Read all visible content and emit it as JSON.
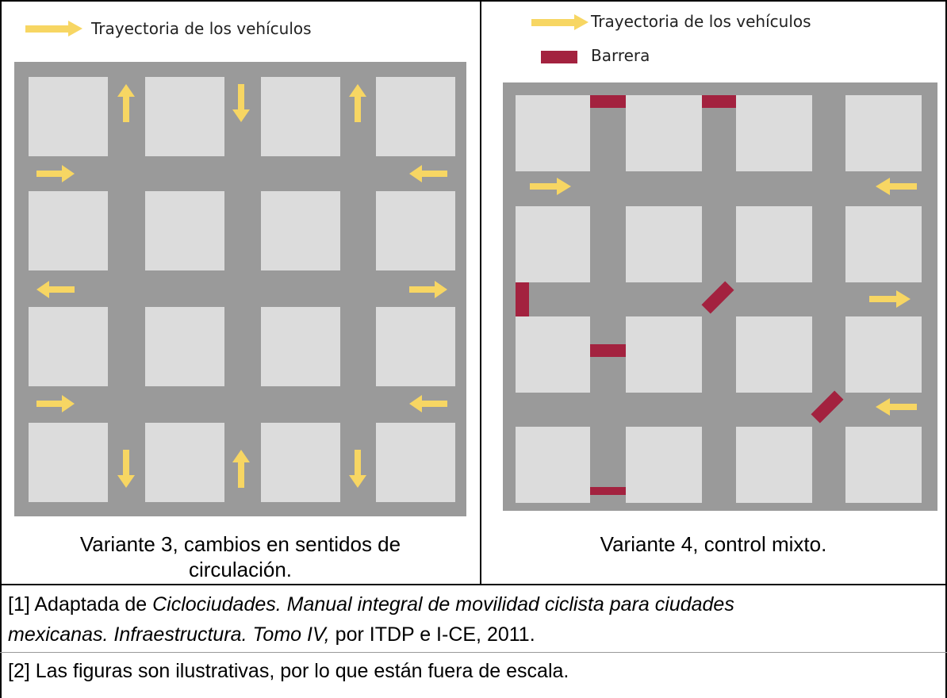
{
  "legend_left": {
    "trajectory_label": "Trayectoria de los vehículos"
  },
  "legend_right": {
    "trajectory_label": "Trayectoria de los vehículos",
    "barrier_label": "Barrera"
  },
  "captions": {
    "left_line1": "Variante 3, cambios en sentidos de",
    "left_line2": "circulación.",
    "right": "Variante 4, control mixto."
  },
  "notes": {
    "note1_prefix": "[1] Adaptada de ",
    "note1_italic_a": "Ciclociudades. Manual integral de movilidad ciclista para ciudades",
    "note1_italic_b": "mexicanas. Infraestructura. Tomo IV,",
    "note1_suffix": " por ITDP e I-CE, 2011.",
    "note2": "[2] Las figuras son ilustrativas, por lo que están fuera de escala."
  },
  "colors": {
    "road": "#9a9a9a",
    "block": "#dcdcdc",
    "arrow": "#f7d663",
    "barrier": "#a3223f"
  }
}
